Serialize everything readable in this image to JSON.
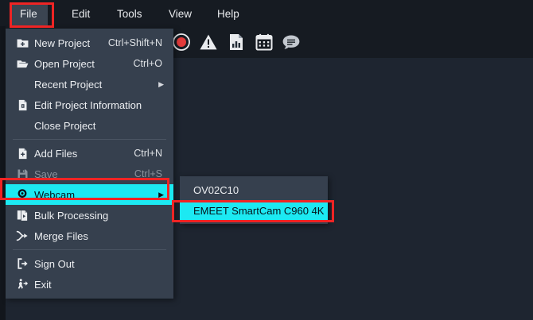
{
  "window": {
    "background_color": "#1e2530",
    "menubar_color": "#161b22",
    "panel_color": "#36404e",
    "highlight_color": "#1ce9f2",
    "annotation_color": "#ef2424"
  },
  "menubar": {
    "items": [
      {
        "label": "File",
        "active": true
      },
      {
        "label": "Edit",
        "active": false
      },
      {
        "label": "Tools",
        "active": false
      },
      {
        "label": "View",
        "active": false
      },
      {
        "label": "Help",
        "active": false
      }
    ]
  },
  "toolbar": {
    "items": [
      {
        "icon": "record-icon",
        "name": "record-button"
      },
      {
        "icon": "warning-triangle-icon",
        "name": "warning-button"
      },
      {
        "icon": "report-chart-icon",
        "name": "report-button"
      },
      {
        "icon": "calendar-icon",
        "name": "calendar-button"
      },
      {
        "icon": "chat-bubble-icon",
        "name": "chat-button"
      }
    ]
  },
  "file_menu": {
    "items": [
      {
        "label": "New Project",
        "accel": "Ctrl+Shift+N",
        "icon": "folder-plus-icon",
        "disabled": false,
        "highlight": false,
        "submenu": false
      },
      {
        "label": "Open Project",
        "accel": "Ctrl+O",
        "icon": "folder-open-icon",
        "disabled": false,
        "highlight": false,
        "submenu": false
      },
      {
        "label": "Recent Project",
        "accel": "",
        "icon": "",
        "disabled": false,
        "highlight": false,
        "submenu": true
      },
      {
        "label": "Edit Project Information",
        "accel": "",
        "icon": "file-edit-icon",
        "disabled": false,
        "highlight": false,
        "submenu": false
      },
      {
        "label": "Close Project",
        "accel": "",
        "icon": "",
        "disabled": false,
        "highlight": false,
        "submenu": false
      },
      {
        "label": "Add Files",
        "accel": "Ctrl+N",
        "icon": "file-plus-icon",
        "disabled": false,
        "highlight": false,
        "submenu": false
      },
      {
        "label": "Save",
        "accel": "Ctrl+S",
        "icon": "save-disk-icon",
        "disabled": true,
        "highlight": false,
        "submenu": false
      },
      {
        "label": "Webcam",
        "accel": "",
        "icon": "webcam-icon",
        "disabled": false,
        "highlight": true,
        "submenu": true
      },
      {
        "label": "Bulk Processing",
        "accel": "",
        "icon": "documents-stack-icon",
        "disabled": false,
        "highlight": false,
        "submenu": false
      },
      {
        "label": "Merge Files",
        "accel": "",
        "icon": "merge-arrow-icon",
        "disabled": false,
        "highlight": false,
        "submenu": false
      },
      {
        "label": "Sign Out",
        "accel": "",
        "icon": "sign-out-icon",
        "disabled": false,
        "highlight": false,
        "submenu": false
      },
      {
        "label": "Exit",
        "accel": "",
        "icon": "exit-run-icon",
        "disabled": false,
        "highlight": false,
        "submenu": false
      }
    ],
    "arrow_glyph": "▶"
  },
  "webcam_submenu": {
    "items": [
      {
        "label": "OV02C10",
        "highlight": false
      },
      {
        "label": "EMEET SmartCam C960 4K",
        "highlight": true
      }
    ]
  }
}
